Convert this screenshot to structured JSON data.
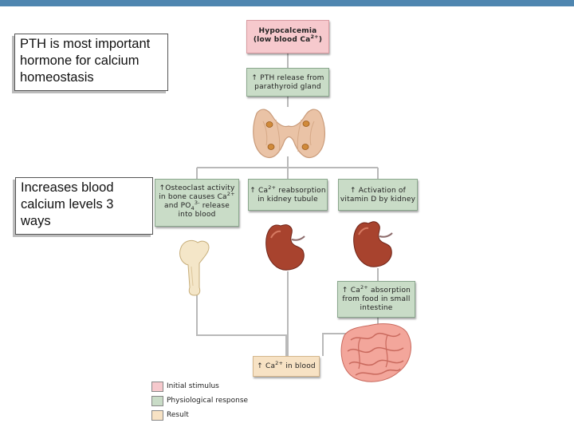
{
  "slide": {
    "top_bar_color": "#4f86b0",
    "callouts": [
      {
        "lines": [
          "PTH is most important",
          "hormone for calcium",
          "homeostasis"
        ]
      },
      {
        "lines": [
          "Increases blood",
          "calcium levels 3",
          "ways"
        ]
      }
    ]
  },
  "diagram": {
    "stimulus": {
      "lines": [
        "Hypocalcemia",
        "(low blood Ca",
        "2+",
        ")"
      ]
    },
    "pth_release": {
      "arrow": "↑",
      "line1": "PTH release from",
      "line2": "parathyroid gland"
    },
    "osteoclast": {
      "arrow": "↑",
      "line1": "Osteoclast activity",
      "line2a": "in bone causes Ca",
      "sup2": "2+",
      "line3a": "and PO",
      "sub3": "4",
      "sup3": "3-",
      "line3b": " release",
      "line4": "into blood"
    },
    "reabsorption": {
      "arrow": "↑",
      "line1a": " Ca",
      "sup1": "2+",
      "line1b": " reabsorption",
      "line2": "in kidney tubule"
    },
    "vitamin_d": {
      "arrow": "↑",
      "line1": " Activation of",
      "line2": "vitamin D by kidney"
    },
    "absorption": {
      "arrow": "↑",
      "line1a": " Ca",
      "sup1": "2+",
      "line1b": " absorption",
      "line2": "from food in small",
      "line3": "intestine"
    },
    "result": {
      "arrow": "↑",
      "text_a": " Ca",
      "sup": "2+",
      "text_b": " in blood"
    },
    "colors": {
      "response_box": "#c9dcc7",
      "stimulus_box": "#f6c9cd",
      "result_box": "#f7e2c4",
      "flow_line": "#b9b9b9"
    }
  },
  "legend": [
    {
      "label": "Initial stimulus",
      "color": "#f6c9cd",
      "icon": "pink-swatch"
    },
    {
      "label": "Physiological response",
      "color": "#c9dcc7",
      "icon": "green-swatch"
    },
    {
      "label": "Result",
      "color": "#f7e2c4",
      "icon": "tan-swatch"
    }
  ]
}
